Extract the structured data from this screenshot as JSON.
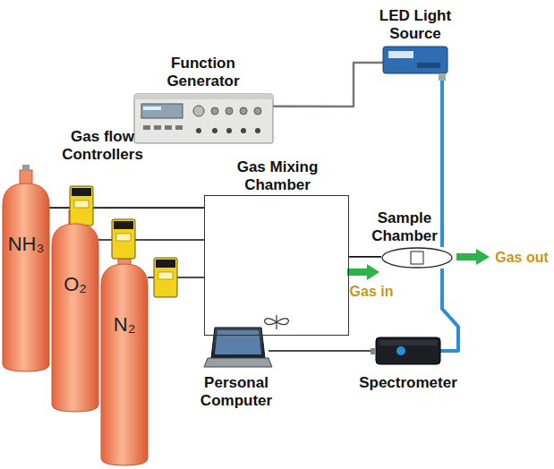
{
  "diagram": {
    "nodes": [
      {
        "text": [
          "LED Light Source"
        ]
      },
      {
        "text": [
          "Function Generator"
        ]
      },
      {
        "text": [
          "NH₃"
        ]
      },
      {
        "text": [
          "Gas Mixing Chamber"
        ]
      },
      {
        "text": [
          "Sample Chamber"
        ]
      },
      {
        "text": [
          "O₂"
        ]
      },
      {
        "text": [
          "N₂"
        ]
      },
      {
        "text": [
          "Personal Computer"
        ]
      },
      {
        "text": [
          "Spectrometer"
        ]
      }
    ],
    "edges": [
      {
        "from": 1,
        "to": 0,
        "arrow": "none"
      },
      {
        "from": 2,
        "to": 3,
        "arrow": "none"
      },
      {
        "from": 5,
        "to": 3,
        "arrow": "none"
      },
      {
        "from": 6,
        "to": 3,
        "arrow": "none"
      },
      {
        "from": 3,
        "to": 4,
        "arrow": "none"
      },
      {
        "from": 0,
        "to": 4,
        "arrow": "none"
      },
      {
        "from": 4,
        "to": 8,
        "arrow": "none"
      },
      {
        "from": 7,
        "to": 8,
        "arrow": "none"
      }
    ],
    "labels": [
      "Gas flow Controllers",
      "Gas in",
      "Gas out"
    ]
  }
}
